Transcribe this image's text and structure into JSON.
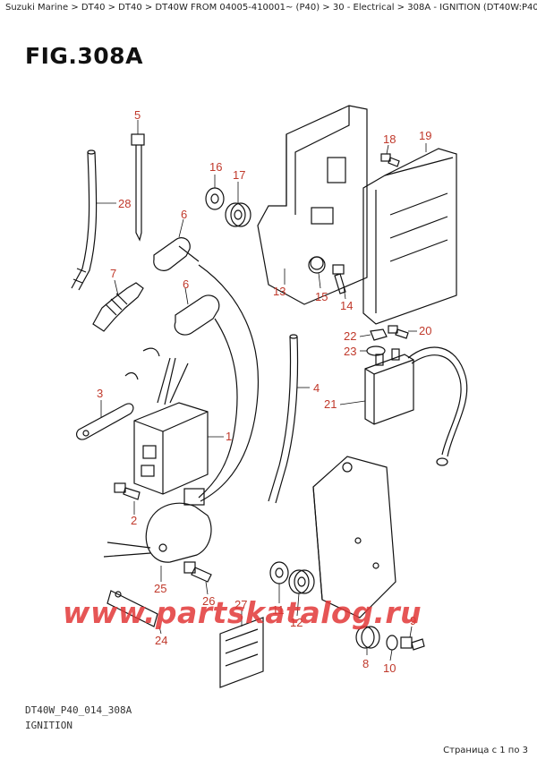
{
  "breadcrumb": "Suzuki Marine > DT40 > DT40 > DT40W FROM 04005-410001~ (P40) > 30 - Electrical > 308A - IGNITION (DT40W:P40)",
  "figure": {
    "title": "FIG.308A",
    "code": "DT40W_P40_014_308A",
    "name": "IGNITION"
  },
  "watermark": "www.partskatalog.ru",
  "page_info": "Страница с 1 по 3",
  "callouts": [
    {
      "id": "c1",
      "label": "1"
    },
    {
      "id": "c2",
      "label": "2"
    },
    {
      "id": "c3",
      "label": "3"
    },
    {
      "id": "c4",
      "label": "4"
    },
    {
      "id": "c5",
      "label": "5"
    },
    {
      "id": "c6a",
      "label": "6"
    },
    {
      "id": "c6b",
      "label": "6"
    },
    {
      "id": "c7",
      "label": "7"
    },
    {
      "id": "c8",
      "label": "8"
    },
    {
      "id": "c9",
      "label": "9"
    },
    {
      "id": "c10",
      "label": "10"
    },
    {
      "id": "c11",
      "label": "11"
    },
    {
      "id": "c12",
      "label": "12"
    },
    {
      "id": "c13",
      "label": "13"
    },
    {
      "id": "c14",
      "label": "14"
    },
    {
      "id": "c15",
      "label": "15"
    },
    {
      "id": "c16",
      "label": "16"
    },
    {
      "id": "c17",
      "label": "17"
    },
    {
      "id": "c18",
      "label": "18"
    },
    {
      "id": "c19",
      "label": "19"
    },
    {
      "id": "c20",
      "label": "20"
    },
    {
      "id": "c21",
      "label": "21"
    },
    {
      "id": "c22",
      "label": "22"
    },
    {
      "id": "c23",
      "label": "23"
    },
    {
      "id": "c24",
      "label": "24"
    },
    {
      "id": "c25",
      "label": "25"
    },
    {
      "id": "c26",
      "label": "26"
    },
    {
      "id": "c27",
      "label": "27"
    },
    {
      "id": "c28",
      "label": "28"
    }
  ]
}
